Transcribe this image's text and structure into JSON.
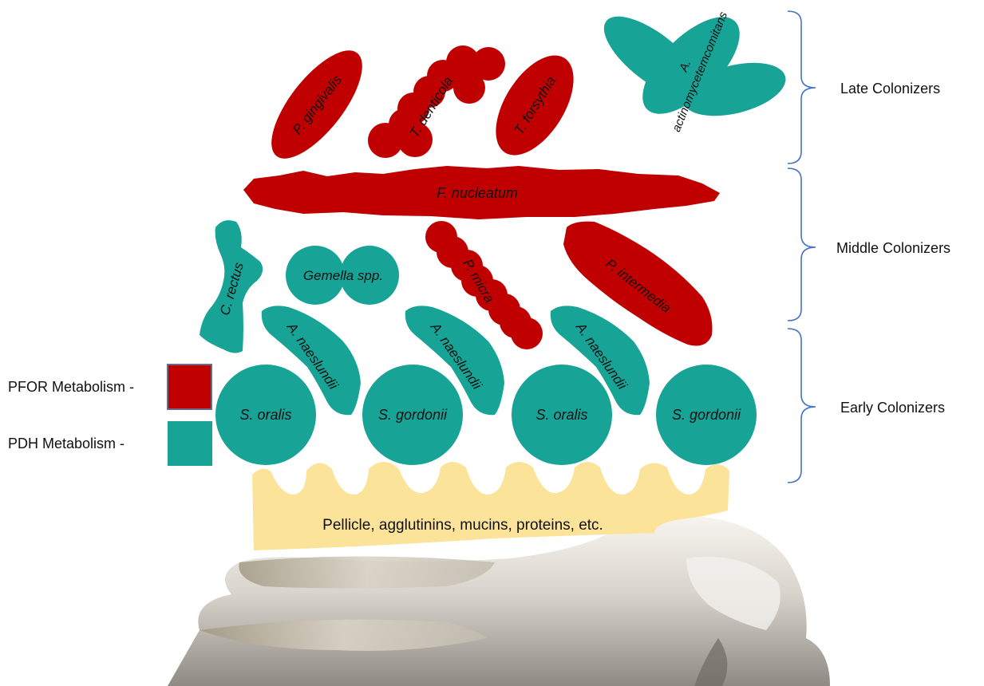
{
  "colors": {
    "pfor": "#c00000",
    "pdh": "#17a497",
    "pellicle": "#fbe39a",
    "bracket": "#4472c4"
  },
  "legend": {
    "pfor_label": "PFOR Metabolism -",
    "pdh_label": "PDH Metabolism -"
  },
  "groups": {
    "late": "Late Colonizers",
    "middle": "Middle Colonizers",
    "early": "Early Colonizers"
  },
  "pellicle_label": "Pellicle, agglutinins, mucins, proteins, etc.",
  "organisms": {
    "p_gingivalis": "P. gingivalis",
    "t_denticola": "T. denticola",
    "t_forsythia": "T. forsythia",
    "a_actino_line1": "A.",
    "a_actino_line2": "actinomycetemcomitans",
    "f_nucleatum": "F. nucleatum",
    "c_rectus": "C. rectus",
    "gemella": "Gemella spp.",
    "p_micra": "P. micra",
    "p_intermedia": "P. intermedia",
    "a_naeslundii": "A. naeslundii",
    "s_oralis": "S. oralis",
    "s_gordonii": "S. gordonii"
  }
}
